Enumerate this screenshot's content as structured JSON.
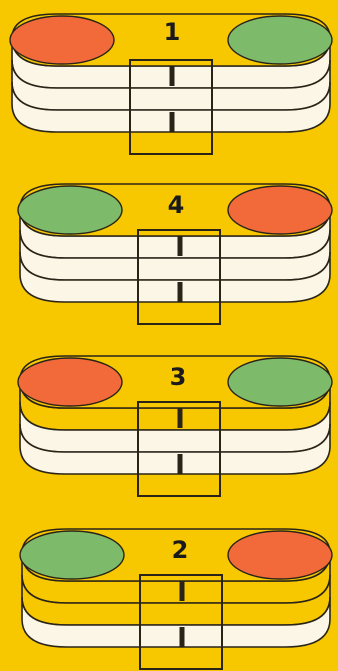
{
  "colors": {
    "background": "#f7c800",
    "red_disc": "#f26a3a",
    "green_disc": "#7dba6a",
    "band_white": "#fbf6e6",
    "band_yellow": "#f7c800",
    "outline": "#2a2418"
  },
  "panels": [
    {
      "label": "1",
      "left_disc": "red",
      "right_disc": "green",
      "bands": [
        "white",
        "white",
        "white"
      ]
    },
    {
      "label": "4",
      "left_disc": "green",
      "right_disc": "red",
      "bands": [
        "white",
        "white",
        "white"
      ]
    },
    {
      "label": "3",
      "left_disc": "red",
      "right_disc": "green",
      "bands": [
        "yellow",
        "white",
        "white"
      ]
    },
    {
      "label": "2",
      "left_disc": "green",
      "right_disc": "red",
      "bands": [
        "yellow",
        "yellow",
        "white"
      ]
    }
  ]
}
